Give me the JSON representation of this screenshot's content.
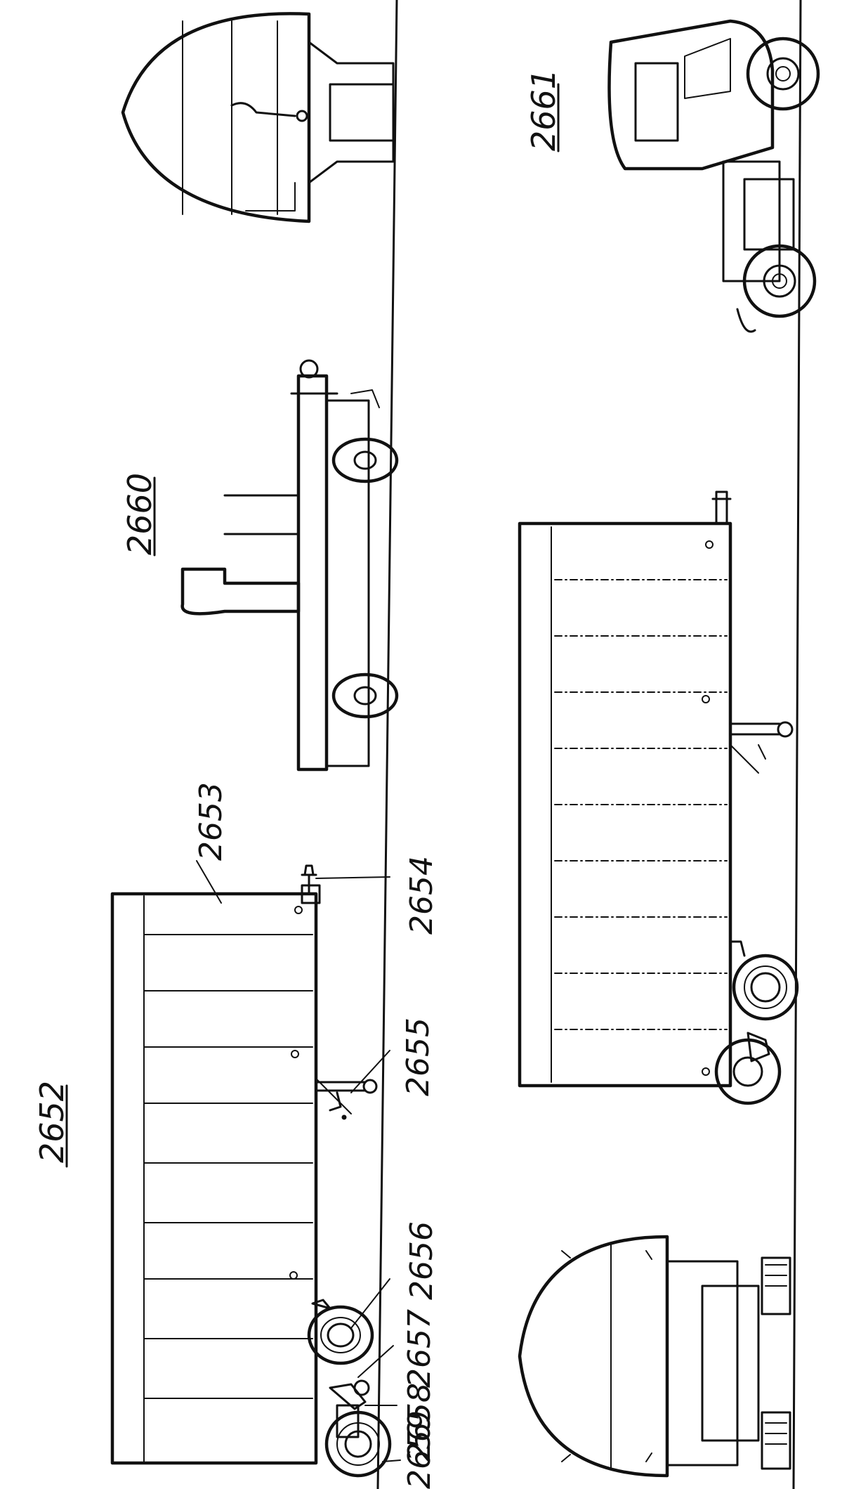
{
  "figures": {
    "fig_2652": "2652",
    "fig_2660": "2660",
    "fig_2661": "2661"
  },
  "callouts": {
    "c2653": "2653",
    "c2654": "2654",
    "c2655": "2655",
    "c2656": "2656",
    "c2657": "2657",
    "c2658": "2658",
    "c2659": "2659"
  }
}
